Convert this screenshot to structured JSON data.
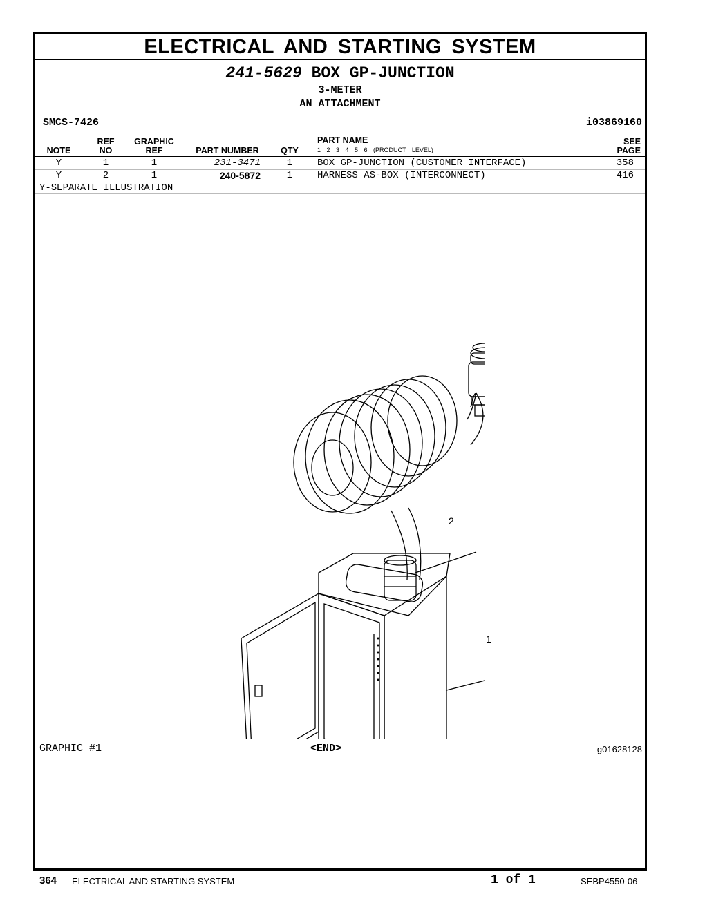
{
  "header": {
    "section_title": "ELECTRICAL AND STARTING SYSTEM",
    "group_part_number": "241-5629",
    "group_name": "BOX GP-JUNCTION",
    "subtitle_1": "3-METER",
    "subtitle_2": "AN ATTACHMENT",
    "smcs": "SMCS-7426",
    "info_id": "i03869160"
  },
  "table": {
    "headers": {
      "note": "NOTE",
      "ref_no_1": "REF",
      "ref_no_2": "NO",
      "graphic_ref_1": "GRAPHIC",
      "graphic_ref_2": "REF",
      "part_number": "PART NUMBER",
      "qty": "QTY",
      "part_name": "PART NAME",
      "levels": "1 2 3 4 5 6 (PRODUCT LEVEL)",
      "see_page_1": "SEE",
      "see_page_2": "PAGE"
    },
    "rows": [
      {
        "note": "Y",
        "ref_no": "1",
        "graphic_ref": "1",
        "part_number": "231-3471",
        "qty": "1",
        "part_name": "BOX GP-JUNCTION (CUSTOMER INTERFACE)",
        "see_page": "358"
      },
      {
        "note": "Y",
        "ref_no": "2",
        "graphic_ref": "1",
        "part_number": "240-5872",
        "qty": "1",
        "part_name": "HARNESS AS-BOX (INTERCONNECT)",
        "see_page": "416"
      }
    ],
    "note_text": "Y-SEPARATE ILLUSTRATION"
  },
  "graphic": {
    "label": "GRAPHIC #1",
    "end_marker": "<END>",
    "graphic_id": "g01628128",
    "callouts": [
      "2",
      "1"
    ]
  },
  "footer": {
    "page_number": "364",
    "section": "ELECTRICAL AND STARTING SYSTEM",
    "count": "1 of 1",
    "document": "SEBP4550-06"
  }
}
